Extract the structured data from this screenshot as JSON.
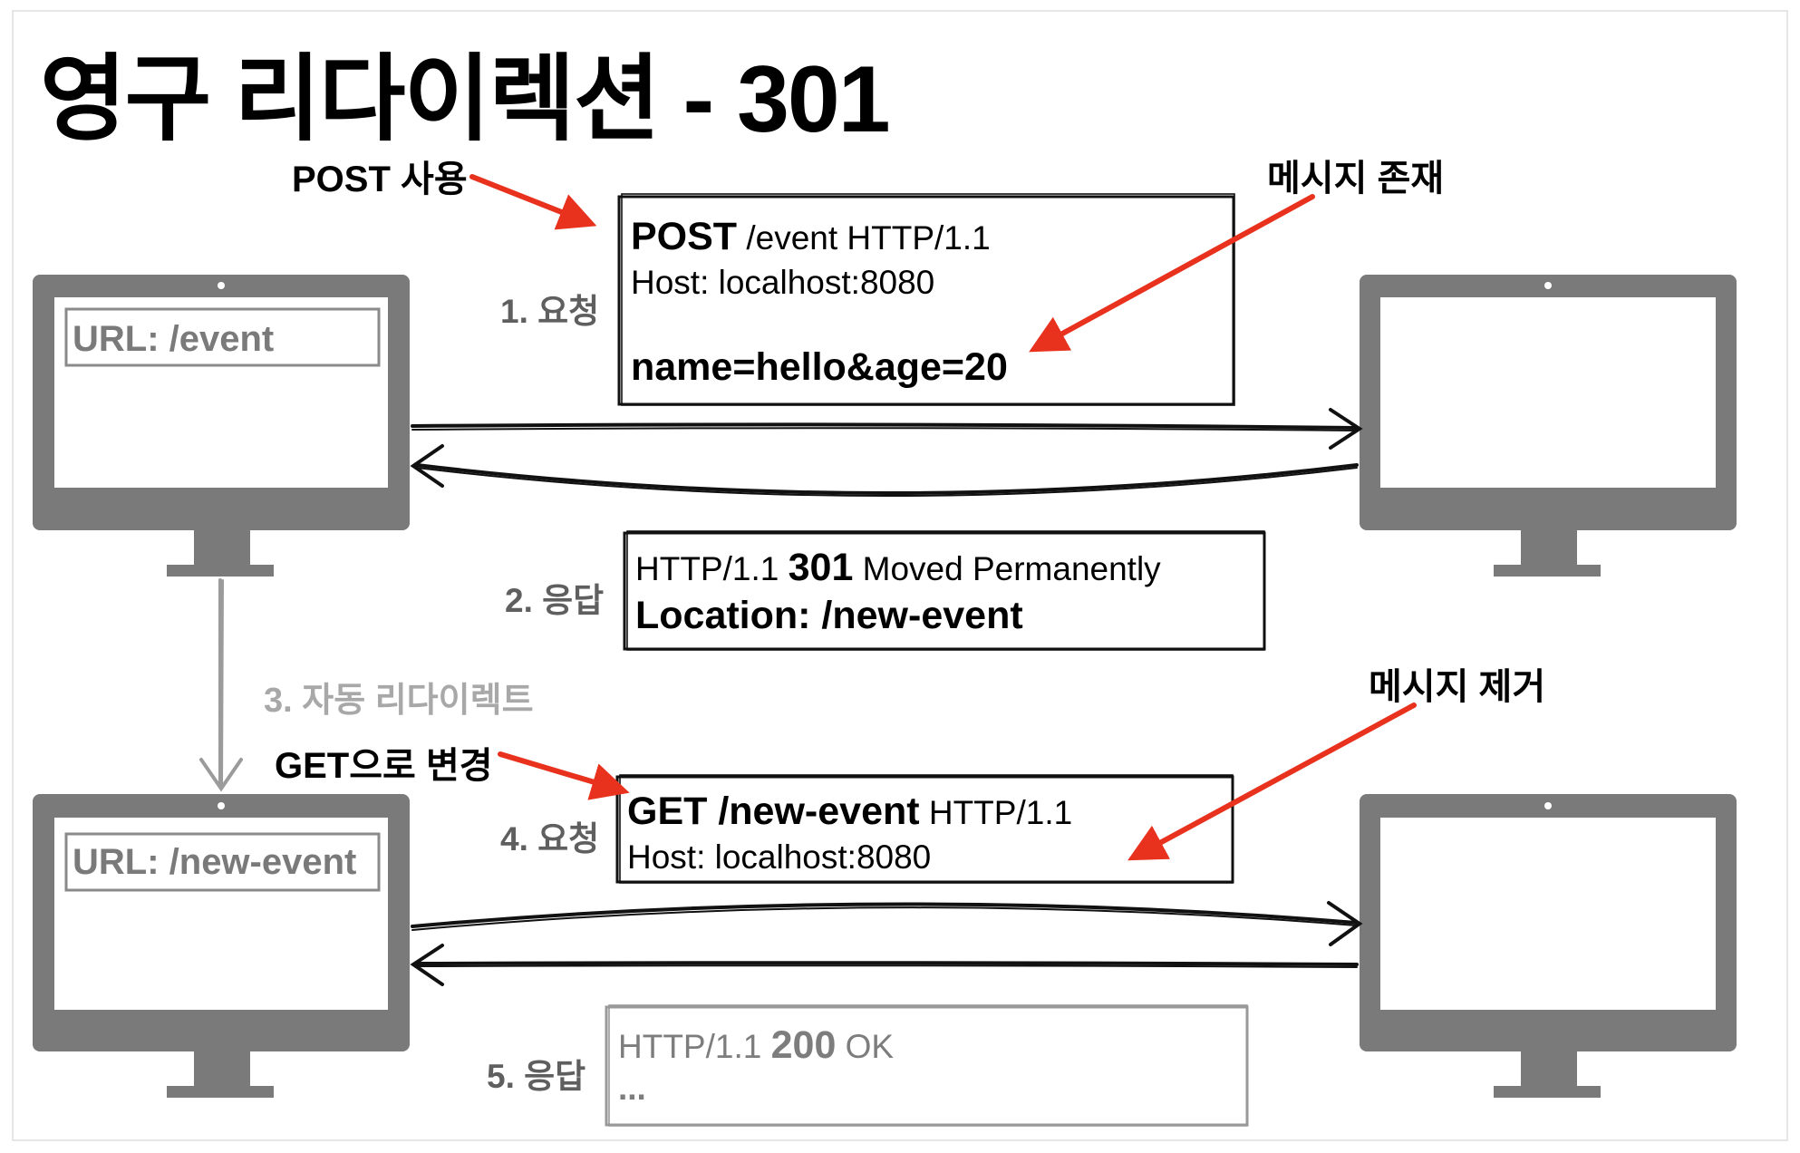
{
  "title": "영구 리다이렉션 - 301",
  "annotations": {
    "post_use": "POST 사용",
    "message_exists": "메시지 존재",
    "get_change": "GET으로 변경",
    "message_removed": "메시지 제거"
  },
  "steps": {
    "s1": "1. 요청",
    "s2": "2. 응답",
    "s3": "3. 자동 리다이렉트",
    "s4": "4. 요청",
    "s5": "5. 응답"
  },
  "clients": {
    "top_url": "URL: /event",
    "bottom_url": "URL: /new-event"
  },
  "request1": {
    "method": "POST",
    "path_proto": " /event HTTP/1.1",
    "host": "Host: localhost:8080",
    "body": "name=hello&age=20"
  },
  "response1": {
    "proto": "HTTP/1.1 ",
    "code": "301",
    "reason": " Moved Permanently",
    "location": "Location: /new-event"
  },
  "request2": {
    "method_path": "GET /new-event",
    "proto": " HTTP/1.1",
    "host": "Host: localhost:8080"
  },
  "response2": {
    "proto": "HTTP/1.1 ",
    "code": "200",
    "reason": " OK",
    "ellipsis": "..."
  },
  "colors": {
    "monitor": "#7a7a7a",
    "annotation_arrow": "#e8321e",
    "redirect_arrow": "#9b9b9b"
  }
}
